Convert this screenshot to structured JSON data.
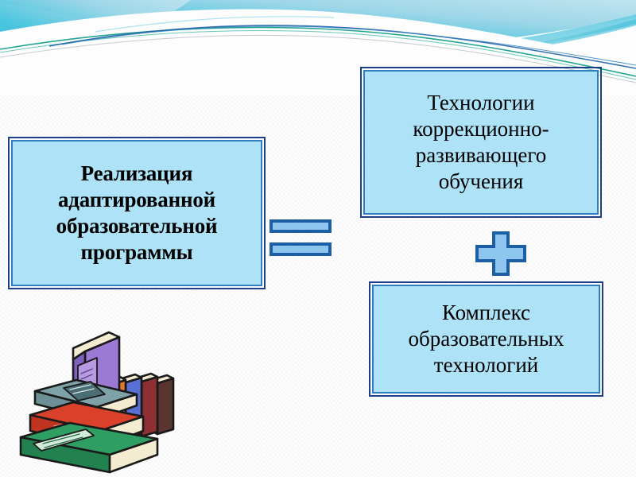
{
  "slide": {
    "title": "Реализация адаптированной образовательной программы",
    "background_color": "#fdfdfd",
    "box_fill_color": "#aee2f7",
    "box_border_color": "#1c3f88",
    "box_inner_border_color": "#2f7fc0",
    "sign_fill_color": "#8ec6f0",
    "sign_border_color": "#1d5fa5"
  },
  "header": {
    "art_name": "decorative-blue-wave-banner",
    "gradient_from": "#1fb6d8",
    "gradient_to": "#8fd4e8",
    "accent_line_teal": "#1a9e8f",
    "accent_line_blue": "#1d5fa5"
  },
  "diagram": {
    "type": "equation-flow",
    "boxes": [
      {
        "id": "program",
        "role": "left-term",
        "text": "Реализация\nадаптированной\nобразовательной\nпрограммы",
        "bold": true
      },
      {
        "id": "tech_correction",
        "role": "right-term-1",
        "text": "Технологии\nкоррекционно-\nразвивающего\nобучения",
        "bold": false
      },
      {
        "id": "tech_complex",
        "role": "right-term-2",
        "text": "Комплекс\nобразовательных\nтехнологий",
        "bold": false
      }
    ],
    "operators": [
      {
        "id": "equals",
        "symbol": "=",
        "name": "equals-sign"
      },
      {
        "id": "plus",
        "symbol": "+",
        "name": "plus-sign"
      }
    ],
    "equation_reading": "Реализация адаптированной образовательной программы = Технологии коррекционно-развивающего обучения + Комплекс образовательных технологий"
  },
  "illustration": {
    "name": "stack-of-books-clipart",
    "description": "Стопка книг",
    "book_colors": {
      "bottom_green": "#2e9e62",
      "middle_red": "#d9412a",
      "upper_teal": "#6e9aa0",
      "standing_purple": "#9b79d4",
      "upright_yellow": "#e8d44a",
      "upright_orange": "#e8772e",
      "upright_blue": "#5a6fd4",
      "upright_darkred": "#8e2f33",
      "upright_brown": "#5a3530",
      "pages": "#f5f0d2"
    }
  }
}
